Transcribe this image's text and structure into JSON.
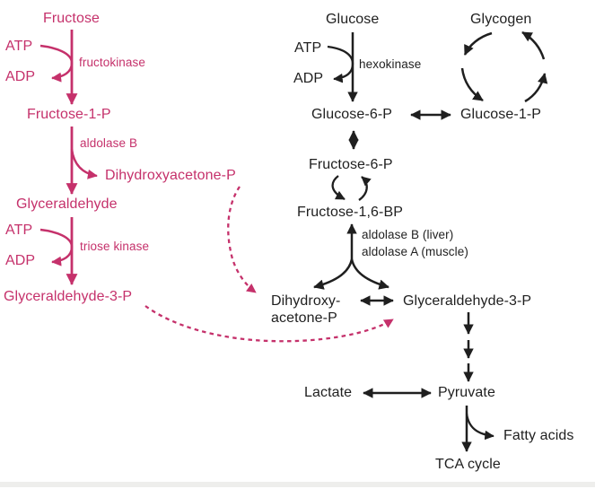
{
  "diagram": {
    "type": "metabolic-pathway",
    "subject": "Fructose metabolism (pink) feeding into glycolysis / glycogen metabolism (black)",
    "colors": {
      "fructose_pathway": "#c5316b",
      "glycolysis_pathway": "#1f1f1f",
      "background": "#ffffff"
    }
  },
  "fructose_pathway": {
    "fructose": "Fructose",
    "atp_1": "ATP",
    "adp_1": "ADP",
    "fructokinase": "fructokinase",
    "fructose_1_p": "Fructose-1-P",
    "aldolase_b": "aldolase B",
    "dihydroxyacetone_p": "Dihydroxyacetone-P",
    "glyceraldehyde": "Glyceraldehyde",
    "atp_2": "ATP",
    "adp_2": "ADP",
    "triose_kinase": "triose kinase",
    "glyceraldehyde_3_p": "Glyceraldehyde-3-P"
  },
  "glycolysis": {
    "glucose": "Glucose",
    "atp": "ATP",
    "adp": "ADP",
    "hexokinase": "hexokinase",
    "glycogen": "Glycogen",
    "glucose_6_p": "Glucose-6-P",
    "glucose_1_p": "Glucose-1-P",
    "fructose_6_p": "Fructose-6-P",
    "fructose_1_6_bp": "Fructose-1,6-BP",
    "aldolase_b_liver": "aldolase B (liver)",
    "aldolase_a_muscle": "aldolase A (muscle)",
    "dihydroxy_line1": "Dihydroxy-",
    "dihydroxy_line2": "acetone-P",
    "glyceraldehyde_3_p": "Glyceraldehyde-3-P",
    "lactate": "Lactate",
    "pyruvate": "Pyruvate",
    "fatty_acids": "Fatty acids",
    "tca_cycle": "TCA cycle"
  },
  "edges": [
    {
      "from": "Fructose",
      "to": "Fructose-1-P",
      "enzyme": "fructokinase",
      "cofactors": "ATP->ADP",
      "style": "solid-pink"
    },
    {
      "from": "Fructose-1-P",
      "to": "Glyceraldehyde + Dihydroxyacetone-P",
      "enzyme": "aldolase B",
      "style": "solid-pink"
    },
    {
      "from": "Glyceraldehyde",
      "to": "Glyceraldehyde-3-P",
      "enzyme": "triose kinase",
      "cofactors": "ATP->ADP",
      "style": "solid-pink"
    },
    {
      "from": "Dihydroxyacetone-P (fructose pathway)",
      "to": "Dihydroxy-acetone-P (glycolysis)",
      "style": "dashed-pink"
    },
    {
      "from": "Glyceraldehyde-3-P (fructose pathway)",
      "to": "Glyceraldehyde-3-P (glycolysis)",
      "style": "dashed-pink"
    },
    {
      "from": "Glucose",
      "to": "Glucose-6-P",
      "enzyme": "hexokinase",
      "cofactors": "ATP->ADP",
      "style": "solid-black"
    },
    {
      "from": "Glucose-6-P",
      "to": "Glucose-1-P",
      "style": "double-headed"
    },
    {
      "from": "Glucose-1-P",
      "to": "Glycogen",
      "style": "cycle-arrows"
    },
    {
      "from": "Glucose-6-P",
      "to": "Fructose-6-P",
      "style": "double-headed"
    },
    {
      "from": "Fructose-6-P",
      "to": "Fructose-1,6-BP",
      "style": "substrate-cycle-arrows"
    },
    {
      "from": "Fructose-1,6-BP",
      "to": "Dihydroxy-acetone-P + Glyceraldehyde-3-P",
      "enzyme": "aldolase B (liver) / aldolase A (muscle)",
      "style": "bidirectional-branch"
    },
    {
      "from": "Dihydroxy-acetone-P",
      "to": "Glyceraldehyde-3-P",
      "style": "double-headed"
    },
    {
      "from": "Glyceraldehyde-3-P",
      "to": "Pyruvate",
      "style": "three-sequential-arrows"
    },
    {
      "from": "Lactate",
      "to": "Pyruvate",
      "style": "double-headed"
    },
    {
      "from": "Pyruvate",
      "to": "TCA cycle",
      "style": "solid-black"
    },
    {
      "from": "Pyruvate",
      "to": "Fatty acids",
      "style": "branch-curve"
    }
  ]
}
